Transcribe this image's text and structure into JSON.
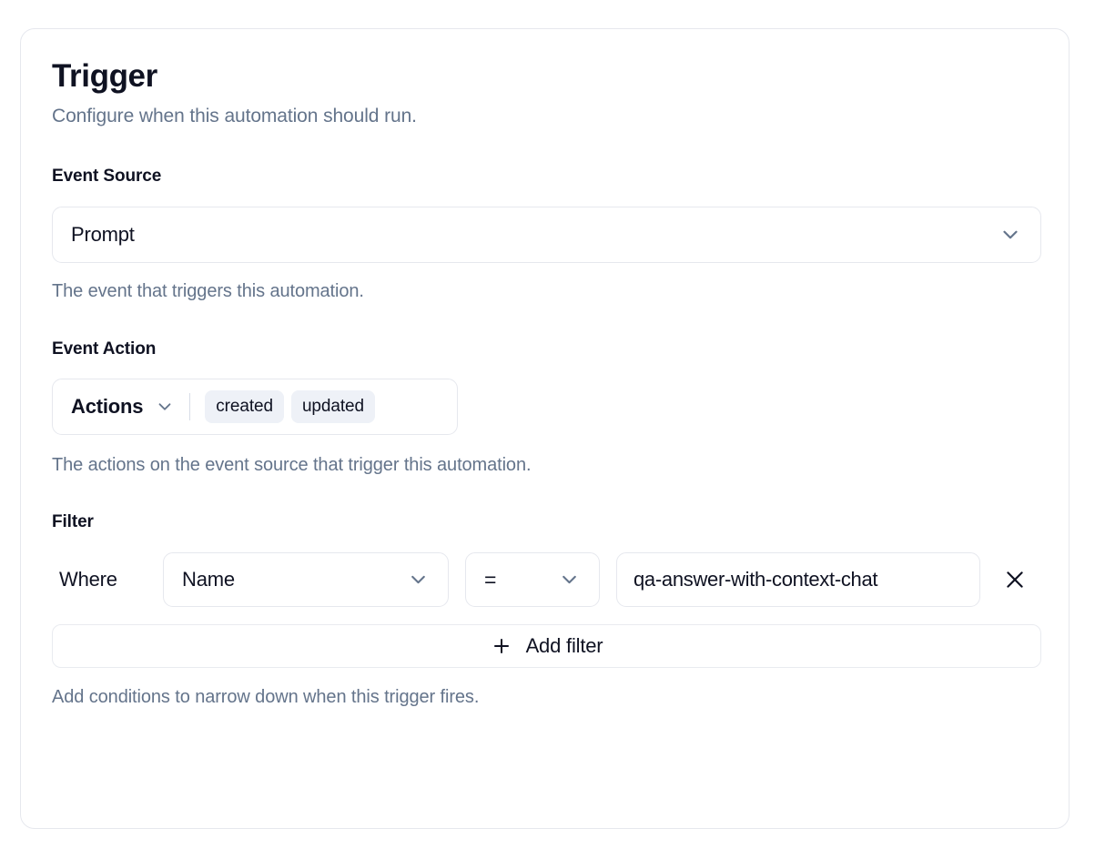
{
  "card": {
    "title": "Trigger",
    "subtitle": "Configure when this automation should run."
  },
  "event_source": {
    "label": "Event Source",
    "selected": "Prompt",
    "help": "The event that triggers this automation.",
    "chevron_icon": "chevron-down-icon"
  },
  "event_action": {
    "label": "Event Action",
    "trigger_label": "Actions",
    "chevron_icon": "chevron-down-icon",
    "chips": [
      "created",
      "updated"
    ],
    "help": "The actions on the event source that trigger this automation."
  },
  "filter": {
    "label": "Filter",
    "where_label": "Where",
    "field": {
      "selected": "Name",
      "chevron_icon": "chevron-down-icon"
    },
    "operator": {
      "selected": "=",
      "chevron_icon": "chevron-down-icon"
    },
    "value": {
      "text": "qa-answer-with-context-chat",
      "placeholder": "Value"
    },
    "remove_icon": "close-icon",
    "add_filter_label": "Add filter",
    "add_filter_icon": "plus-icon",
    "help": "Add conditions to narrow down when this trigger fires."
  },
  "colors": {
    "text_primary": "#0f1222",
    "text_muted": "#64748b",
    "border": "#e6e8ee",
    "chip_bg": "#eef1f7",
    "chevron": "#64748b",
    "surface": "#ffffff"
  }
}
